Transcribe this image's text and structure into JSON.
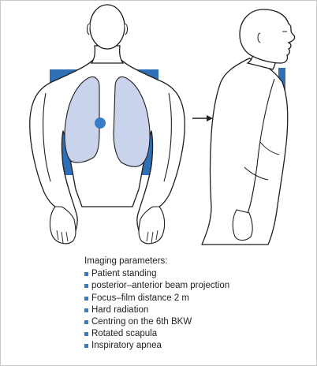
{
  "colors": {
    "cassette": "#2f6fb6",
    "lung_fill": "#c9d3ec",
    "outline": "#1e1e1e",
    "centring_point": "#3a7bc8",
    "bullet": "#3a7bc8",
    "text": "#222222"
  },
  "icons": {
    "beam_arrow": "arrow-right-icon",
    "centring_point": "filled-circle-icon",
    "bullet": "square-bullet-icon"
  },
  "parameters": {
    "heading": "Imaging parameters:",
    "items": [
      "Patient standing",
      "posterior–anterior beam projection",
      "Focus–film distance 2 m",
      "Hard radiation",
      "Centring on the 6th BKW",
      "Rotated scapula",
      "Inspiratory apnea"
    ]
  }
}
